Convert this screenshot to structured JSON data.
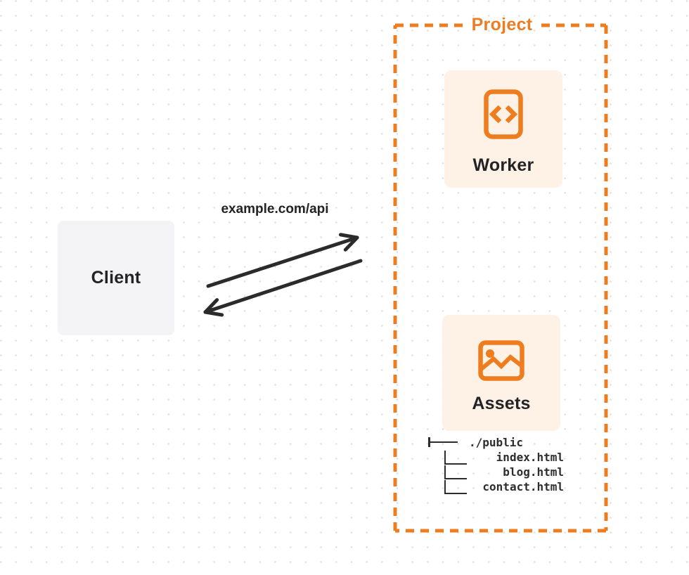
{
  "diagram": {
    "client_node": {
      "label": "Client"
    },
    "request_arrow_label": "example.com/api",
    "project_group": {
      "label": "Project",
      "worker_node": {
        "label": "Worker",
        "icon": "code-file-icon"
      },
      "assets_node": {
        "label": "Assets",
        "icon": "image-icon"
      },
      "file_tree": {
        "root": "./public",
        "files": [
          "index.html",
          "blog.html",
          "contact.html"
        ]
      }
    }
  },
  "colors": {
    "accent_orange": "#ec7d24",
    "card_cream_bg": "#fdf2e5",
    "client_gray_bg": "#f4f4f6",
    "arrow_ink": "#2b2b2c",
    "text_ink": "#232326",
    "dot_grid": "#e2e2e5"
  }
}
